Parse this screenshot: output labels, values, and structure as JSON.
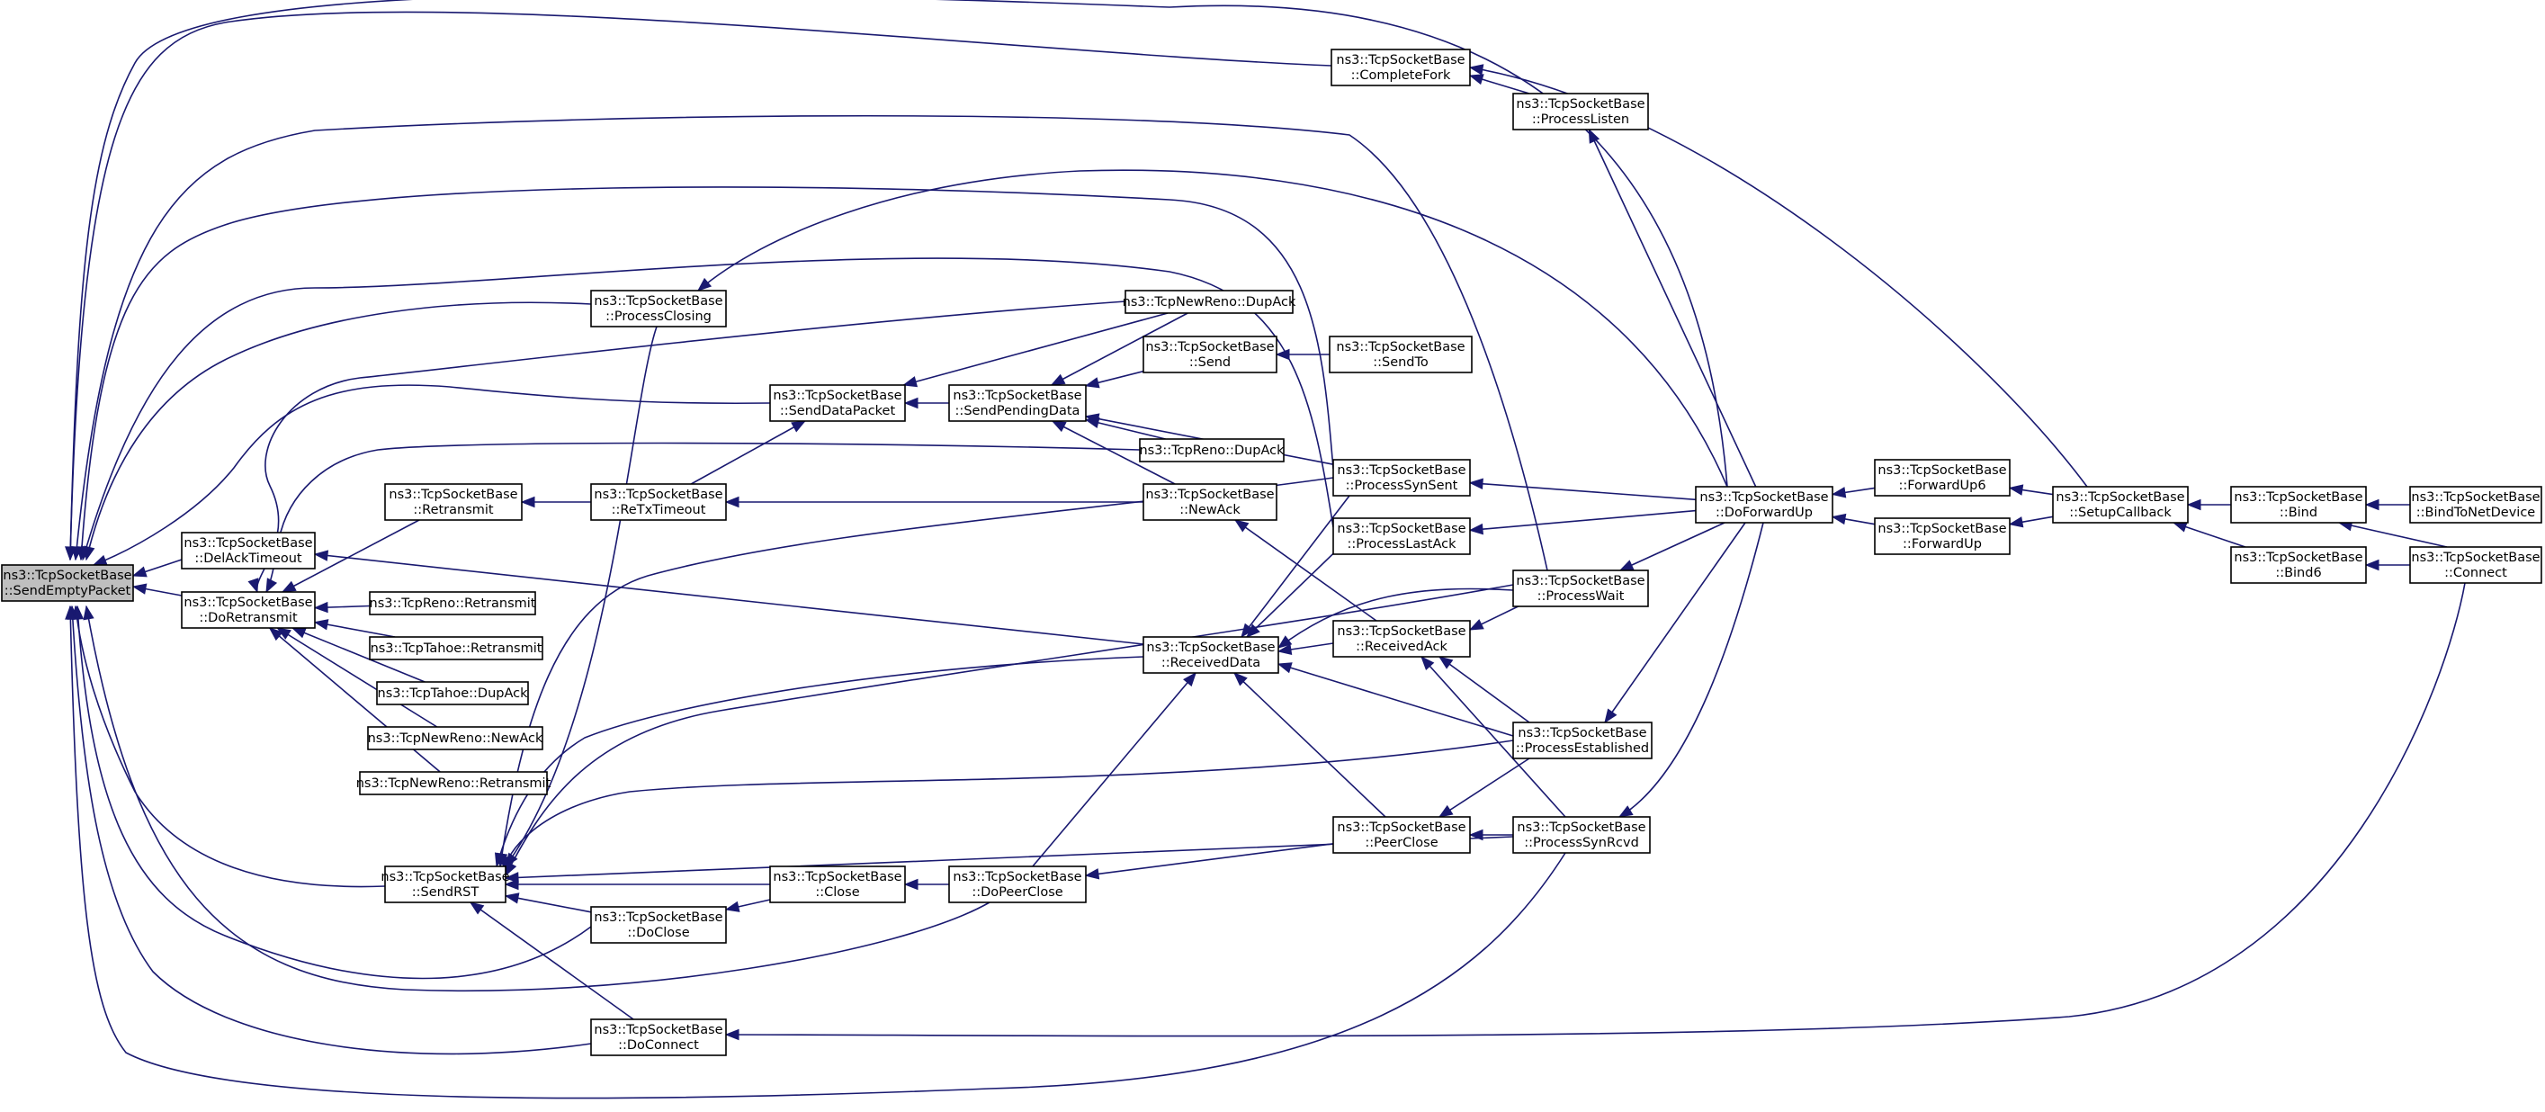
{
  "diagram": {
    "kind": "call-graph",
    "colors": {
      "edge": "#191970",
      "focus_fill": "#bfbfbf",
      "box_fill": "#ffffff",
      "border": "#000000"
    },
    "focus": "n_SendEmptyPacket",
    "nodes": [
      {
        "id": "n_SendEmptyPacket",
        "lines": [
          "ns3::TcpSocketBase",
          "::SendEmptyPacket"
        ]
      },
      {
        "id": "n_DelAckTimeout",
        "lines": [
          "ns3::TcpSocketBase",
          "::DelAckTimeout"
        ]
      },
      {
        "id": "n_DoRetransmit",
        "lines": [
          "ns3::TcpSocketBase",
          "::DoRetransmit"
        ]
      },
      {
        "id": "n_SendRST",
        "lines": [
          "ns3::TcpSocketBase",
          "::SendRST"
        ]
      },
      {
        "id": "n_Retransmit",
        "lines": [
          "ns3::TcpSocketBase",
          "::Retransmit"
        ]
      },
      {
        "id": "n_RenoRetransmit",
        "lines": [
          "ns3::TcpReno::Retransmit"
        ]
      },
      {
        "id": "n_TahoeRetransmit",
        "lines": [
          "ns3::TcpTahoe::Retransmit"
        ]
      },
      {
        "id": "n_TahoeDupAck",
        "lines": [
          "ns3::TcpTahoe::DupAck"
        ]
      },
      {
        "id": "n_NewRenoNewAck",
        "lines": [
          "ns3::TcpNewReno::NewAck"
        ]
      },
      {
        "id": "n_NewRenoRetransmit",
        "lines": [
          "ns3::TcpNewReno::Retransmit"
        ]
      },
      {
        "id": "n_ProcessClosing",
        "lines": [
          "ns3::TcpSocketBase",
          "::ProcessClosing"
        ]
      },
      {
        "id": "n_ReTxTimeout",
        "lines": [
          "ns3::TcpSocketBase",
          "::ReTxTimeout"
        ]
      },
      {
        "id": "n_DoClose",
        "lines": [
          "ns3::TcpSocketBase",
          "::DoClose"
        ]
      },
      {
        "id": "n_DoConnect",
        "lines": [
          "ns3::TcpSocketBase",
          "::DoConnect"
        ]
      },
      {
        "id": "n_SendDataPacket",
        "lines": [
          "ns3::TcpSocketBase",
          "::SendDataPacket"
        ]
      },
      {
        "id": "n_Close",
        "lines": [
          "ns3::TcpSocketBase",
          "::Close"
        ]
      },
      {
        "id": "n_SendPendingData",
        "lines": [
          "ns3::TcpSocketBase",
          "::SendPendingData"
        ]
      },
      {
        "id": "n_DoPeerClose",
        "lines": [
          "ns3::TcpSocketBase",
          "::DoPeerClose"
        ]
      },
      {
        "id": "n_NewRenoDupAck",
        "lines": [
          "ns3::TcpNewReno::DupAck"
        ]
      },
      {
        "id": "n_Send",
        "lines": [
          "ns3::TcpSocketBase",
          "::Send"
        ]
      },
      {
        "id": "n_RenoDupAck",
        "lines": [
          "ns3::TcpReno::DupAck"
        ]
      },
      {
        "id": "n_NewAck",
        "lines": [
          "ns3::TcpSocketBase",
          "::NewAck"
        ]
      },
      {
        "id": "n_ReceivedData",
        "lines": [
          "ns3::TcpSocketBase",
          "::ReceivedData"
        ]
      },
      {
        "id": "n_SendTo",
        "lines": [
          "ns3::TcpSocketBase",
          "::SendTo"
        ]
      },
      {
        "id": "n_ProcessSynSent",
        "lines": [
          "ns3::TcpSocketBase",
          "::ProcessSynSent"
        ]
      },
      {
        "id": "n_ProcessLastAck",
        "lines": [
          "ns3::TcpSocketBase",
          "::ProcessLastAck"
        ]
      },
      {
        "id": "n_ReceivedAck",
        "lines": [
          "ns3::TcpSocketBase",
          "::ReceivedAck"
        ]
      },
      {
        "id": "n_PeerClose",
        "lines": [
          "ns3::TcpSocketBase",
          "::PeerClose"
        ]
      },
      {
        "id": "n_CompleteFork",
        "lines": [
          "ns3::TcpSocketBase",
          "::CompleteFork"
        ]
      },
      {
        "id": "n_ProcessListen",
        "lines": [
          "ns3::TcpSocketBase",
          "::ProcessListen"
        ]
      },
      {
        "id": "n_ProcessWait",
        "lines": [
          "ns3::TcpSocketBase",
          "::ProcessWait"
        ]
      },
      {
        "id": "n_ProcessEstablished",
        "lines": [
          "ns3::TcpSocketBase",
          "::ProcessEstablished"
        ]
      },
      {
        "id": "n_ProcessSynRcvd",
        "lines": [
          "ns3::TcpSocketBase",
          "::ProcessSynRcvd"
        ]
      },
      {
        "id": "n_DoForwardUp",
        "lines": [
          "ns3::TcpSocketBase",
          "::DoForwardUp"
        ]
      },
      {
        "id": "n_ForwardUp6",
        "lines": [
          "ns3::TcpSocketBase",
          "::ForwardUp6"
        ]
      },
      {
        "id": "n_ForwardUp",
        "lines": [
          "ns3::TcpSocketBase",
          "::ForwardUp"
        ]
      },
      {
        "id": "n_SetupCallback",
        "lines": [
          "ns3::TcpSocketBase",
          "::SetupCallback"
        ]
      },
      {
        "id": "n_Bind",
        "lines": [
          "ns3::TcpSocketBase",
          "::Bind"
        ]
      },
      {
        "id": "n_Bind6",
        "lines": [
          "ns3::TcpSocketBase",
          "::Bind6"
        ]
      },
      {
        "id": "n_BindToNetDevice",
        "lines": [
          "ns3::TcpSocketBase",
          "::BindToNetDevice"
        ]
      },
      {
        "id": "n_Connect",
        "lines": [
          "ns3::TcpSocketBase",
          "::Connect"
        ]
      }
    ],
    "edges": [
      {
        "from": "n_DelAckTimeout",
        "to": "n_SendEmptyPacket"
      },
      {
        "from": "n_DoRetransmit",
        "to": "n_SendEmptyPacket"
      },
      {
        "from": "n_SendRST",
        "to": "n_SendEmptyPacket"
      },
      {
        "from": "n_ProcessClosing",
        "to": "n_SendEmptyPacket"
      },
      {
        "from": "n_DoClose",
        "to": "n_SendEmptyPacket"
      },
      {
        "from": "n_DoConnect",
        "to": "n_SendEmptyPacket"
      },
      {
        "from": "n_SendDataPacket",
        "to": "n_SendEmptyPacket"
      },
      {
        "from": "n_DoPeerClose",
        "to": "n_SendEmptyPacket"
      },
      {
        "from": "n_ProcessSynSent",
        "to": "n_SendEmptyPacket"
      },
      {
        "from": "n_ProcessLastAck",
        "to": "n_SendEmptyPacket"
      },
      {
        "from": "n_CompleteFork",
        "to": "n_SendEmptyPacket"
      },
      {
        "from": "n_ProcessWait",
        "to": "n_SendEmptyPacket"
      },
      {
        "from": "n_ProcessSynRcvd",
        "to": "n_SendEmptyPacket"
      },
      {
        "from": "n_DoForwardUp",
        "to": "n_SendEmptyPacket"
      },
      {
        "from": "n_ReceivedData",
        "to": "n_DelAckTimeout"
      },
      {
        "from": "n_Retransmit",
        "to": "n_DoRetransmit"
      },
      {
        "from": "n_RenoRetransmit",
        "to": "n_DoRetransmit"
      },
      {
        "from": "n_TahoeRetransmit",
        "to": "n_DoRetransmit"
      },
      {
        "from": "n_TahoeDupAck",
        "to": "n_DoRetransmit"
      },
      {
        "from": "n_NewRenoNewAck",
        "to": "n_DoRetransmit"
      },
      {
        "from": "n_NewRenoRetransmit",
        "to": "n_DoRetransmit"
      },
      {
        "from": "n_NewRenoDupAck",
        "to": "n_DoRetransmit"
      },
      {
        "from": "n_RenoDupAck",
        "to": "n_DoRetransmit"
      },
      {
        "from": "n_ReTxTimeout",
        "to": "n_Retransmit"
      },
      {
        "from": "n_ProcessClosing",
        "to": "n_SendRST"
      },
      {
        "from": "n_Close",
        "to": "n_SendRST"
      },
      {
        "from": "n_DoClose",
        "to": "n_SendRST"
      },
      {
        "from": "n_DoConnect",
        "to": "n_SendRST"
      },
      {
        "from": "n_ProcessSynSent",
        "to": "n_SendRST"
      },
      {
        "from": "n_ReceivedData",
        "to": "n_SendRST"
      },
      {
        "from": "n_ProcessWait",
        "to": "n_SendRST"
      },
      {
        "from": "n_ProcessEstablished",
        "to": "n_SendRST"
      },
      {
        "from": "n_ProcessSynRcvd",
        "to": "n_SendRST"
      },
      {
        "from": "n_DoForwardUp",
        "to": "n_ProcessClosing"
      },
      {
        "from": "n_ReTxTimeout",
        "to": "n_SendDataPacket"
      },
      {
        "from": "n_NewAck",
        "to": "n_ReTxTimeout"
      },
      {
        "from": "n_Close",
        "to": "n_DoClose"
      },
      {
        "from": "n_Connect",
        "to": "n_DoConnect"
      },
      {
        "from": "n_SendPendingData",
        "to": "n_SendDataPacket"
      },
      {
        "from": "n_NewRenoDupAck",
        "to": "n_SendDataPacket"
      },
      {
        "from": "n_DoPeerClose",
        "to": "n_Close"
      },
      {
        "from": "n_NewRenoDupAck",
        "to": "n_SendPendingData"
      },
      {
        "from": "n_Send",
        "to": "n_SendPendingData"
      },
      {
        "from": "n_RenoDupAck",
        "to": "n_SendPendingData"
      },
      {
        "from": "n_NewAck",
        "to": "n_SendPendingData"
      },
      {
        "from": "n_ProcessSynSent",
        "to": "n_SendPendingData"
      },
      {
        "from": "n_SendTo",
        "to": "n_Send"
      },
      {
        "from": "n_ReceivedAck",
        "to": "n_NewAck"
      },
      {
        "from": "n_PeerClose",
        "to": "n_DoPeerClose"
      },
      {
        "from": "n_DoPeerClose",
        "to": "n_ReceivedData"
      },
      {
        "from": "n_ProcessSynSent",
        "to": "n_ReceivedData"
      },
      {
        "from": "n_ProcessLastAck",
        "to": "n_ReceivedData"
      },
      {
        "from": "n_ReceivedAck",
        "to": "n_ReceivedData"
      },
      {
        "from": "n_ProcessWait",
        "to": "n_ReceivedData"
      },
      {
        "from": "n_ProcessEstablished",
        "to": "n_ReceivedData"
      },
      {
        "from": "n_PeerClose",
        "to": "n_ReceivedData"
      },
      {
        "from": "n_ProcessWait",
        "to": "n_ReceivedAck"
      },
      {
        "from": "n_ProcessEstablished",
        "to": "n_ReceivedAck"
      },
      {
        "from": "n_ProcessSynRcvd",
        "to": "n_ReceivedAck"
      },
      {
        "from": "n_ProcessEstablished",
        "to": "n_PeerClose"
      },
      {
        "from": "n_ProcessSynRcvd",
        "to": "n_PeerClose"
      },
      {
        "from": "n_DoForwardUp",
        "to": "n_ProcessSynSent"
      },
      {
        "from": "n_DoForwardUp",
        "to": "n_ProcessLastAck"
      },
      {
        "from": "n_DoForwardUp",
        "to": "n_ProcessWait"
      },
      {
        "from": "n_DoForwardUp",
        "to": "n_ProcessEstablished"
      },
      {
        "from": "n_DoForwardUp",
        "to": "n_ProcessSynRcvd"
      },
      {
        "from": "n_ProcessListen",
        "to": "n_CompleteFork"
      },
      {
        "from": "n_DoForwardUp",
        "to": "n_ProcessListen"
      },
      {
        "from": "n_ForwardUp6",
        "to": "n_DoForwardUp"
      },
      {
        "from": "n_ForwardUp",
        "to": "n_DoForwardUp"
      },
      {
        "from": "n_SetupCallback",
        "to": "n_ForwardUp6"
      },
      {
        "from": "n_SetupCallback",
        "to": "n_ForwardUp"
      },
      {
        "from": "n_SetupCallback",
        "to": "n_CompleteFork"
      },
      {
        "from": "n_Bind",
        "to": "n_SetupCallback"
      },
      {
        "from": "n_Bind6",
        "to": "n_SetupCallback"
      },
      {
        "from": "n_BindToNetDevice",
        "to": "n_Bind"
      },
      {
        "from": "n_Connect",
        "to": "n_Bind"
      },
      {
        "from": "n_Connect",
        "to": "n_Bind6"
      }
    ]
  }
}
